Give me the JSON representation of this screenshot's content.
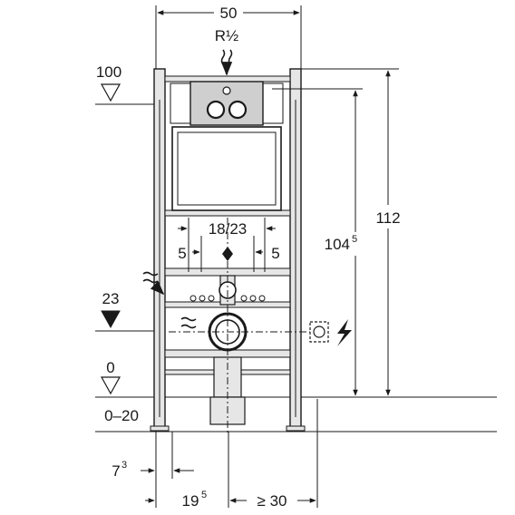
{
  "dimensions": {
    "width_top": "50",
    "pipe_top": "R½",
    "level_100": "100",
    "level_23": "23",
    "level_0": "0",
    "range_floor": "0–20",
    "height_total": "112",
    "height_outlet_main": "104",
    "height_outlet_sup": "5",
    "center_spacing": "18/23",
    "offset_left": "5",
    "offset_right": "5",
    "leg_offset_main": "7",
    "leg_offset_sup": "3",
    "wall_offset_main": "19",
    "wall_offset_sup": "5",
    "min_distance": "≥ 30"
  },
  "icons": [
    "water-supply-icon",
    "flush-plate-icon",
    "electrical-outlet-icon",
    "lightning-icon",
    "level-triangle-icon"
  ]
}
